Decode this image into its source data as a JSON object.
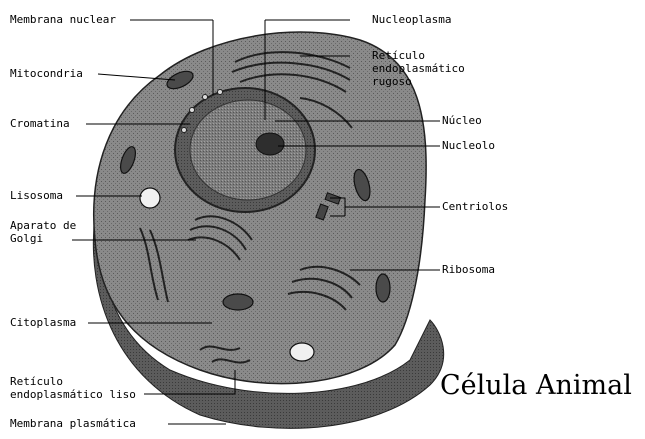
{
  "diagram": {
    "title": "Célula Animal",
    "labels": {
      "membrana_nuclear": "Membrana nuclear",
      "mitocondria": "Mitocondria",
      "cromatina": "Cromatina",
      "lisosoma": "Lisosoma",
      "aparato_golgi_1": "Aparato de",
      "aparato_golgi_2": "Golgi",
      "citoplasma": "Citoplasma",
      "ret_liso_1": "Retículo",
      "ret_liso_2": "endoplasmático liso",
      "membrana_plasmatica": "Membrana plasmática",
      "nucleoplasma": "Nucleoplasma",
      "ret_rugoso_1": "Retículo",
      "ret_rugoso_2": "endoplasmático",
      "ret_rugoso_3": "rugoso",
      "nucleo": "Núcleo",
      "nucleolo": "Nucleolo",
      "centriolos": "Centriolos",
      "ribosoma": "Ribosoma"
    }
  }
}
